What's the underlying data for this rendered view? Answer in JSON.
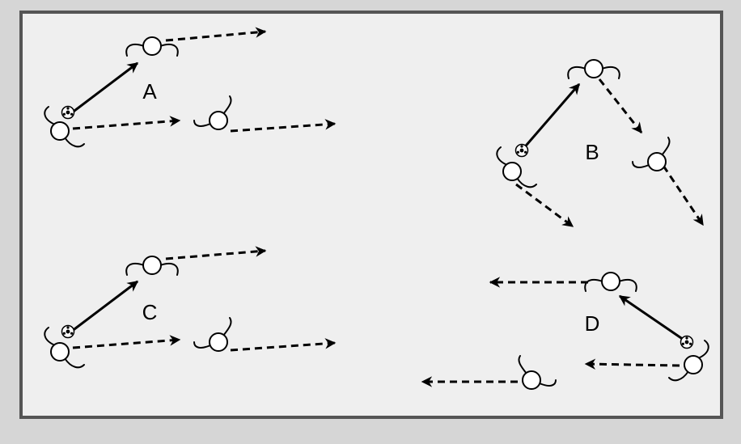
{
  "colors": {
    "outer_background": "#d6d6d6",
    "field_background": "#efefef",
    "field_border": "#555555",
    "ink": "#000000",
    "player_fill": "#ffffff"
  },
  "icons": {
    "player": "player-topdown-icon",
    "ball": "soccer-ball-icon"
  },
  "drills": [
    {
      "id": "a",
      "label": "A"
    },
    {
      "id": "b",
      "label": "B"
    },
    {
      "id": "c",
      "label": "C"
    },
    {
      "id": "d",
      "label": "D"
    }
  ]
}
